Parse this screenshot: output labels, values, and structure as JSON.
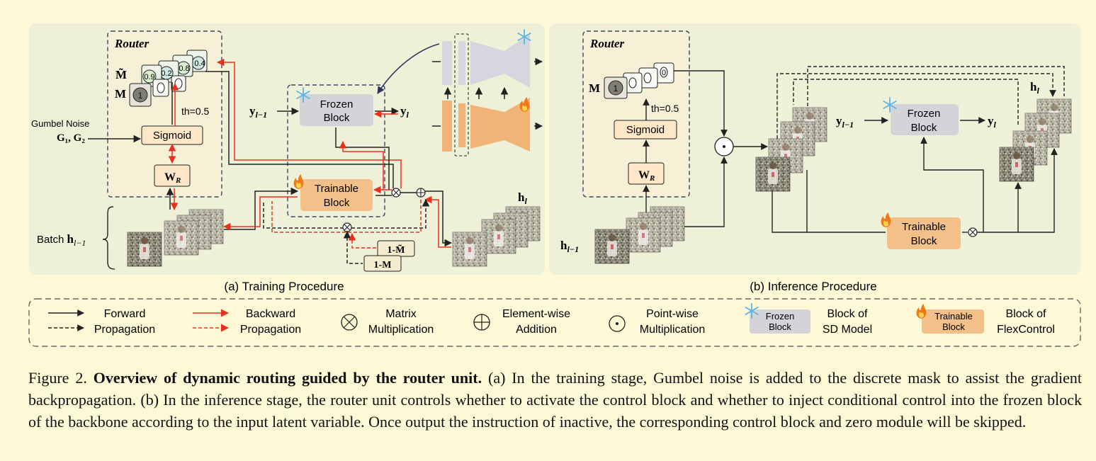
{
  "panel_a": {
    "caption": "(a) Training Procedure",
    "router_title": "Router",
    "mask_tilde": "M̃",
    "mask": "M",
    "mask_values": [
      "0.9",
      "0.2",
      "0.8",
      "0.4"
    ],
    "mask_binary": "1",
    "threshold": "th=0.5",
    "sigmoid": "Sigmoid",
    "wr_main": "W",
    "wr_sub": "R",
    "gumbel_line1": "Gumbel Noise",
    "gumbel_line2": "G₁, G₂",
    "batch_label": "Batch ",
    "batch_var": "h",
    "batch_sub": "l−1",
    "frozen_line1": "Frozen",
    "frozen_line2": "Block",
    "trainable_line1": "Trainable",
    "trainable_line2": "Block",
    "y_in": "y",
    "y_in_sub": "l−1",
    "y_out": "y",
    "y_out_sub": "l",
    "h_out": "h",
    "h_out_sub": "l",
    "one_minus_m_tilde": "1-M̃",
    "one_minus_m": "1-M"
  },
  "panel_b": {
    "caption": "(b) Inference Procedure",
    "router_title": "Router",
    "mask": "M",
    "mask_binary": "1",
    "mask_zero": "0",
    "threshold": "th=0.5",
    "sigmoid": "Sigmoid",
    "wr_main": "W",
    "wr_sub": "R",
    "h_in": "h",
    "h_in_sub": "l−1",
    "frozen_line1": "Frozen",
    "frozen_line2": "Block",
    "trainable_line1": "Trainable",
    "trainable_line2": "Block",
    "y_in": "y",
    "y_in_sub": "l−1",
    "y_out": "y",
    "y_out_sub": "l",
    "h_out": "h",
    "h_out_sub": "l"
  },
  "legend": {
    "forward_line1": "Forward",
    "forward_line2": "Propagation",
    "backward_line1": "Backward",
    "backward_line2": "Propagation",
    "matrix_line1": "Matrix",
    "matrix_line2": "Multiplication",
    "elementwise_line1": "Element-wise",
    "elementwise_line2": "Addition",
    "pointwise_line1": "Point-wise",
    "pointwise_line2": "Multiplication",
    "frozen_box_line1": "Frozen",
    "frozen_box_line2": "Block",
    "sd_line1": "Block of",
    "sd_line2": "SD Model",
    "trainable_box_line1": "Trainable",
    "trainable_box_line2": "Block",
    "flex_line1": "Block of",
    "flex_line2": "FlexControl"
  },
  "caption": {
    "figure_label": "Figure 2. ",
    "bold_title": "Overview of dynamic routing guided by the router unit.",
    "body": " (a) In the training stage, Gumbel noise is added to the discrete mask to assist the gradient backpropagation. (b) In the inference stage, the router unit controls whether to activate the control block and whether to inject conditional control into the frozen block of the backbone according to the input latent variable. Once output the instruction of inactive, the corresponding control block and zero module will be skipped."
  },
  "colors": {
    "background": "#fdf8d6",
    "panel": "#eef0d8",
    "router": "#f6f1d6",
    "frozen": "#d4d4d8",
    "trainable": "#f4c08a",
    "trainable_net": "#f2b476",
    "frozen_net": "#d6d6de",
    "red": "#e8301c",
    "dark": "#222222"
  }
}
